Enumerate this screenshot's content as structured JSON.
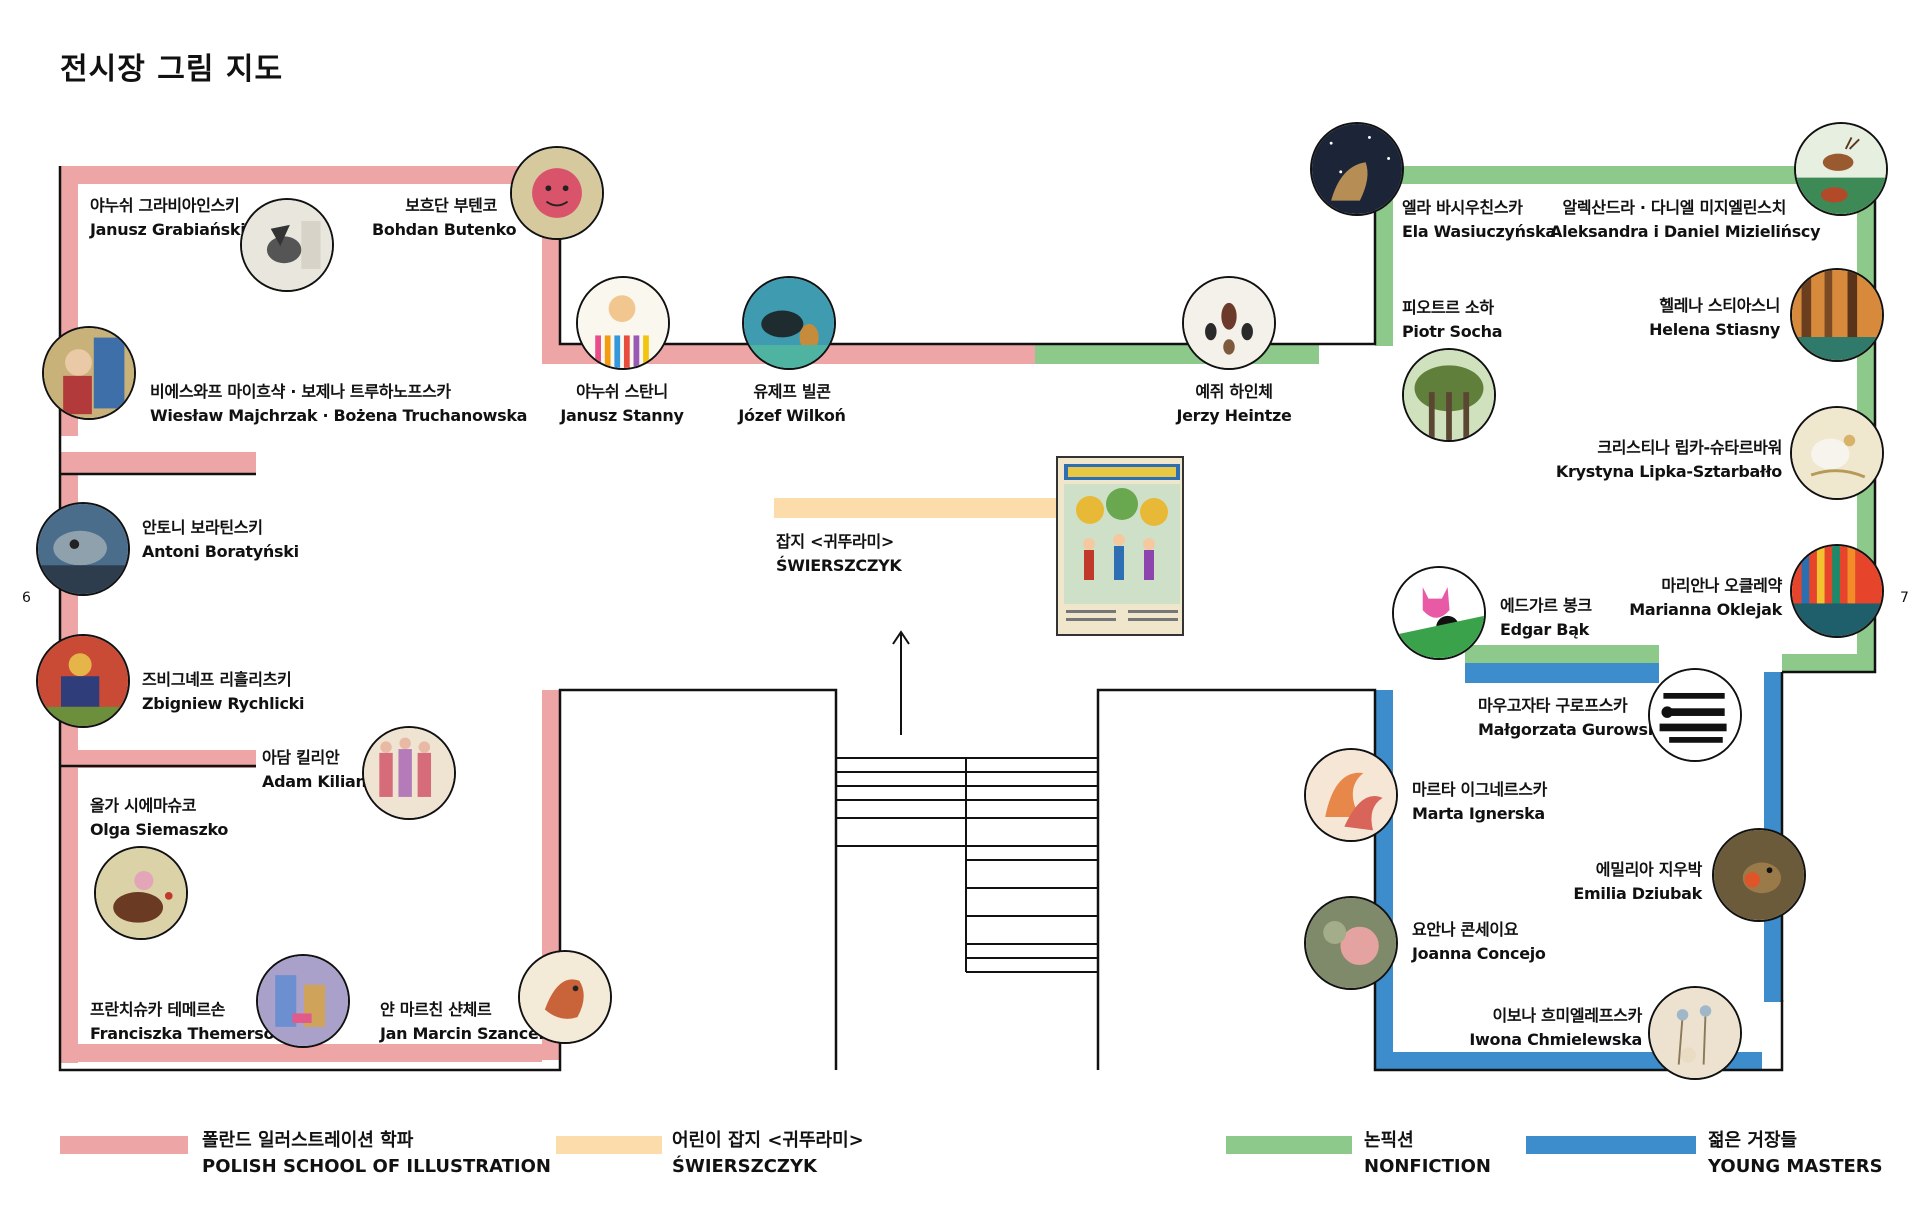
{
  "title": "전시장 그림 지도",
  "page_numbers": {
    "left": "6",
    "right": "7"
  },
  "colors": {
    "polish_school": "#eda5a5",
    "swierszczyk": "#fbdcaa",
    "nonfiction": "#8dc98a",
    "young_masters": "#3d8ccb",
    "walls": "#111111"
  },
  "artists": [
    {
      "id": "grabianski",
      "ko": "야누쉬 그라비아인스키",
      "en": "Janusz Grabiański",
      "section": "polish_school"
    },
    {
      "id": "butenko",
      "ko": "보흐단 부텐코",
      "en": "Bohdan Butenko",
      "section": "polish_school"
    },
    {
      "id": "majchrzak",
      "ko": "비에스와프 마이흐샥 · 보제나 트루하노프스카",
      "en": "Wiesław Majchrzak · Bożena Truchanowska",
      "section": "polish_school"
    },
    {
      "id": "stanny",
      "ko": "야누쉬 스탄니",
      "en": "Janusz Stanny",
      "section": "polish_school"
    },
    {
      "id": "wilkon",
      "ko": "유제프 빌콘",
      "en": "Józef Wilkoń",
      "section": "polish_school"
    },
    {
      "id": "heintze",
      "ko": "예쥐 하인체",
      "en": "Jerzy Heintze",
      "section": "nonfiction"
    },
    {
      "id": "boratynski",
      "ko": "안토니 보라틴스키",
      "en": "Antoni Boratyński",
      "section": "polish_school"
    },
    {
      "id": "rychlicki",
      "ko": "즈비그녜프 리흘리츠키",
      "en": "Zbigniew Rychlicki",
      "section": "polish_school"
    },
    {
      "id": "kilian",
      "ko": "아담 킬리안",
      "en": "Adam Kilian",
      "section": "polish_school"
    },
    {
      "id": "siemaszko",
      "ko": "올가 시에마슈코",
      "en": "Olga Siemaszko",
      "section": "polish_school"
    },
    {
      "id": "themerson",
      "ko": "프란치슈카 테메르손",
      "en": "Franciszka Themerson",
      "section": "polish_school"
    },
    {
      "id": "szancer",
      "ko": "얀 마르친 샨체르",
      "en": "Jan Marcin Szancer",
      "section": "polish_school"
    },
    {
      "id": "wasiuczynska",
      "ko": "엘라 바시우친스카",
      "en": "Ela Wasiuczyńska",
      "section": "nonfiction"
    },
    {
      "id": "mizielinscy",
      "ko": "알렉산드라 · 다니엘 미지엘린스치",
      "en": "Aleksandra i Daniel Mizielińscy",
      "section": "nonfiction"
    },
    {
      "id": "socha",
      "ko": "피오트르 소하",
      "en": "Piotr Socha",
      "section": "nonfiction"
    },
    {
      "id": "stiasny",
      "ko": "헬레나 스티아스니",
      "en": "Helena Stiasny",
      "section": "nonfiction"
    },
    {
      "id": "lipka",
      "ko": "크리스티나 립카-슈타르바워",
      "en": "Krystyna Lipka-Sztarbałło",
      "section": "nonfiction"
    },
    {
      "id": "oklejak",
      "ko": "마리안나 오클레약",
      "en": "Marianna Oklejak",
      "section": "nonfiction"
    },
    {
      "id": "bak",
      "ko": "에드가르 봉크",
      "en": "Edgar Bąk",
      "section": "young_masters"
    },
    {
      "id": "gurowska",
      "ko": "마우고자타 구로프스카",
      "en": "Małgorzata Gurowska",
      "section": "young_masters"
    },
    {
      "id": "ignerska",
      "ko": "마르타 이그네르스카",
      "en": "Marta Ignerska",
      "section": "young_masters"
    },
    {
      "id": "dziubak",
      "ko": "에밀리아 지우박",
      "en": "Emilia Dziubak",
      "section": "young_masters"
    },
    {
      "id": "concejo",
      "ko": "요안나 콘세이요",
      "en": "Joanna Concejo",
      "section": "young_masters"
    },
    {
      "id": "chmielewska",
      "ko": "이보나 흐미엘레프스카",
      "en": "Iwona Chmielewska",
      "section": "young_masters"
    }
  ],
  "magazine": {
    "ko": "잡지 <귀뚜라미>",
    "en": "ŚWIERSZCZYK"
  },
  "legend": [
    {
      "ko": "폴란드 일러스트레이션 학파",
      "en": "POLISH SCHOOL OF ILLUSTRATION",
      "color_key": "polish_school"
    },
    {
      "ko": "어린이 잡지 <귀뚜라미>",
      "en": "ŚWIERSZCZYK",
      "color_key": "swierszczyk"
    },
    {
      "ko": "논픽션",
      "en": "NONFICTION",
      "color_key": "nonfiction"
    },
    {
      "ko": "젊은 거장들",
      "en": "YOUNG MASTERS",
      "color_key": "young_masters"
    }
  ]
}
